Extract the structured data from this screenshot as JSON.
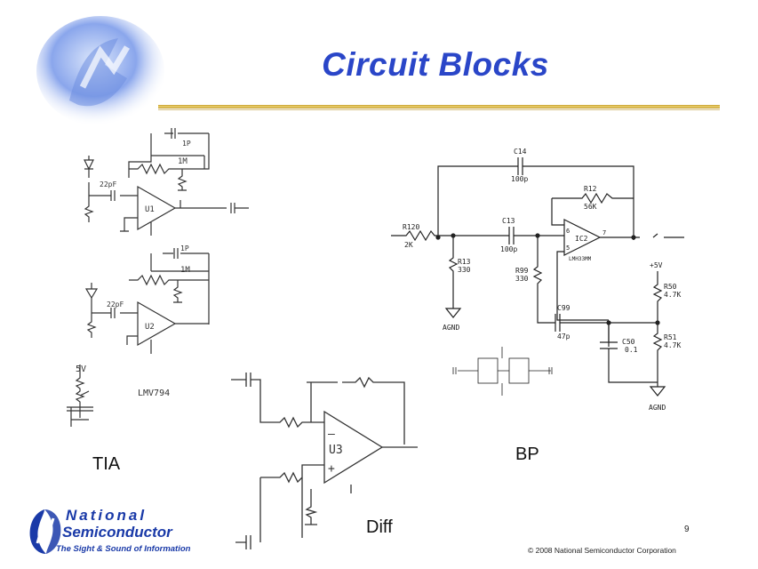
{
  "slide": {
    "title": "Circuit Blocks",
    "page_number": "9",
    "copyright": "© 2008 National Semiconductor Corporation"
  },
  "labels": {
    "tia": "TIA",
    "bp": "BP",
    "diff": "Diff"
  },
  "logo": {
    "line1": "National",
    "line2": "Semiconductor",
    "tagline": "The Sight & Sound of Information"
  },
  "bp_schematic": {
    "c14": "C14",
    "c14_val": "100p",
    "r12": "R12",
    "r12_val": "56K",
    "r120": "R120",
    "r120_val": "2K",
    "c13": "C13",
    "c13_val": "100p",
    "r13": "R13",
    "r13_val": "330",
    "r99": "R99",
    "r99_val": "330",
    "ic2": "IC2",
    "ic2_part": "LMH33MM",
    "pin6": "6",
    "pin5": "5",
    "pin7": "7",
    "c99": "C99",
    "c99_val": "47p",
    "c50": "C50",
    "c50_val": "0.1",
    "r50": "R50",
    "r50_val": "4.7K",
    "r51": "R51",
    "r51_val": "4.7K",
    "vplus": "+5V",
    "agnd": "AGND"
  },
  "tia_schematic": {
    "cf1": "1P",
    "rf1": "1M",
    "cin1": "22pF",
    "u1": "U1",
    "cf2": "1P",
    "rf2": "1M",
    "cin2": "22pF",
    "u2": "U2",
    "supply": "5V",
    "part": "LMV794"
  },
  "diff_schematic": {
    "u3": "U3"
  },
  "colors": {
    "title": "#2a46c8",
    "logo": "#1a3aa8",
    "rule": "#d4a838"
  }
}
